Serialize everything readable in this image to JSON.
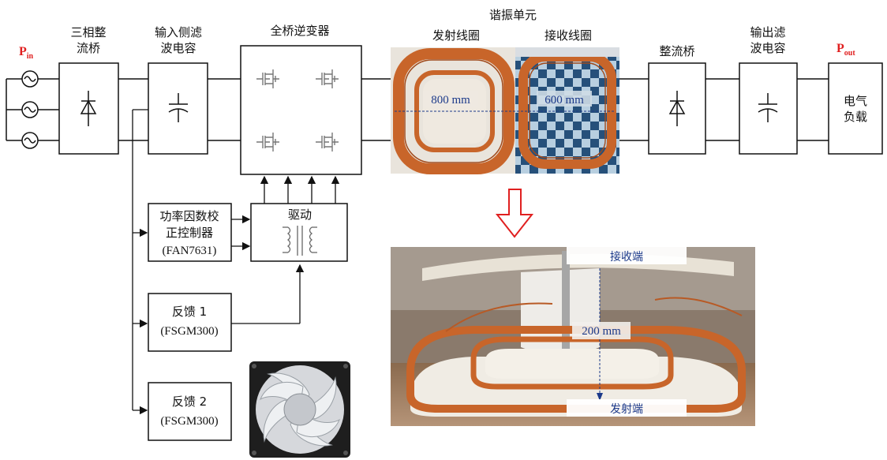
{
  "power_in": {
    "main": "P",
    "sub": "in"
  },
  "power_out": {
    "main": "P",
    "sub": "out"
  },
  "rectifier_bridge": [
    "三相整",
    "流桥"
  ],
  "input_filter": [
    "输入侧滤",
    "波电容"
  ],
  "inverter": "全桥逆变器",
  "resonant_unit": "谐振单元",
  "tx_coil": "发射线圈",
  "rx_coil": "接收线圈",
  "tx_size": "800 mm",
  "rx_size": "600 mm",
  "out_rectifier": "整流桥",
  "output_filter": [
    "输出滤",
    "波电容"
  ],
  "load": [
    "电气",
    "负载"
  ],
  "pfc": [
    "功率因数校",
    "正控制器",
    "(FAN7631)"
  ],
  "driver": "驱动",
  "feedback1": [
    "反馈 1",
    "(FSGM300)"
  ],
  "feedback2": [
    "反馈 2",
    "(FSGM300)"
  ],
  "photo": {
    "rx_end": "接收端",
    "gap": "200 mm",
    "tx_end": "发射端"
  },
  "colors": {
    "power_label": "#e02020",
    "annotation": "#1c3a8a",
    "arrow": "#e02020",
    "coil": "#c8652a"
  }
}
